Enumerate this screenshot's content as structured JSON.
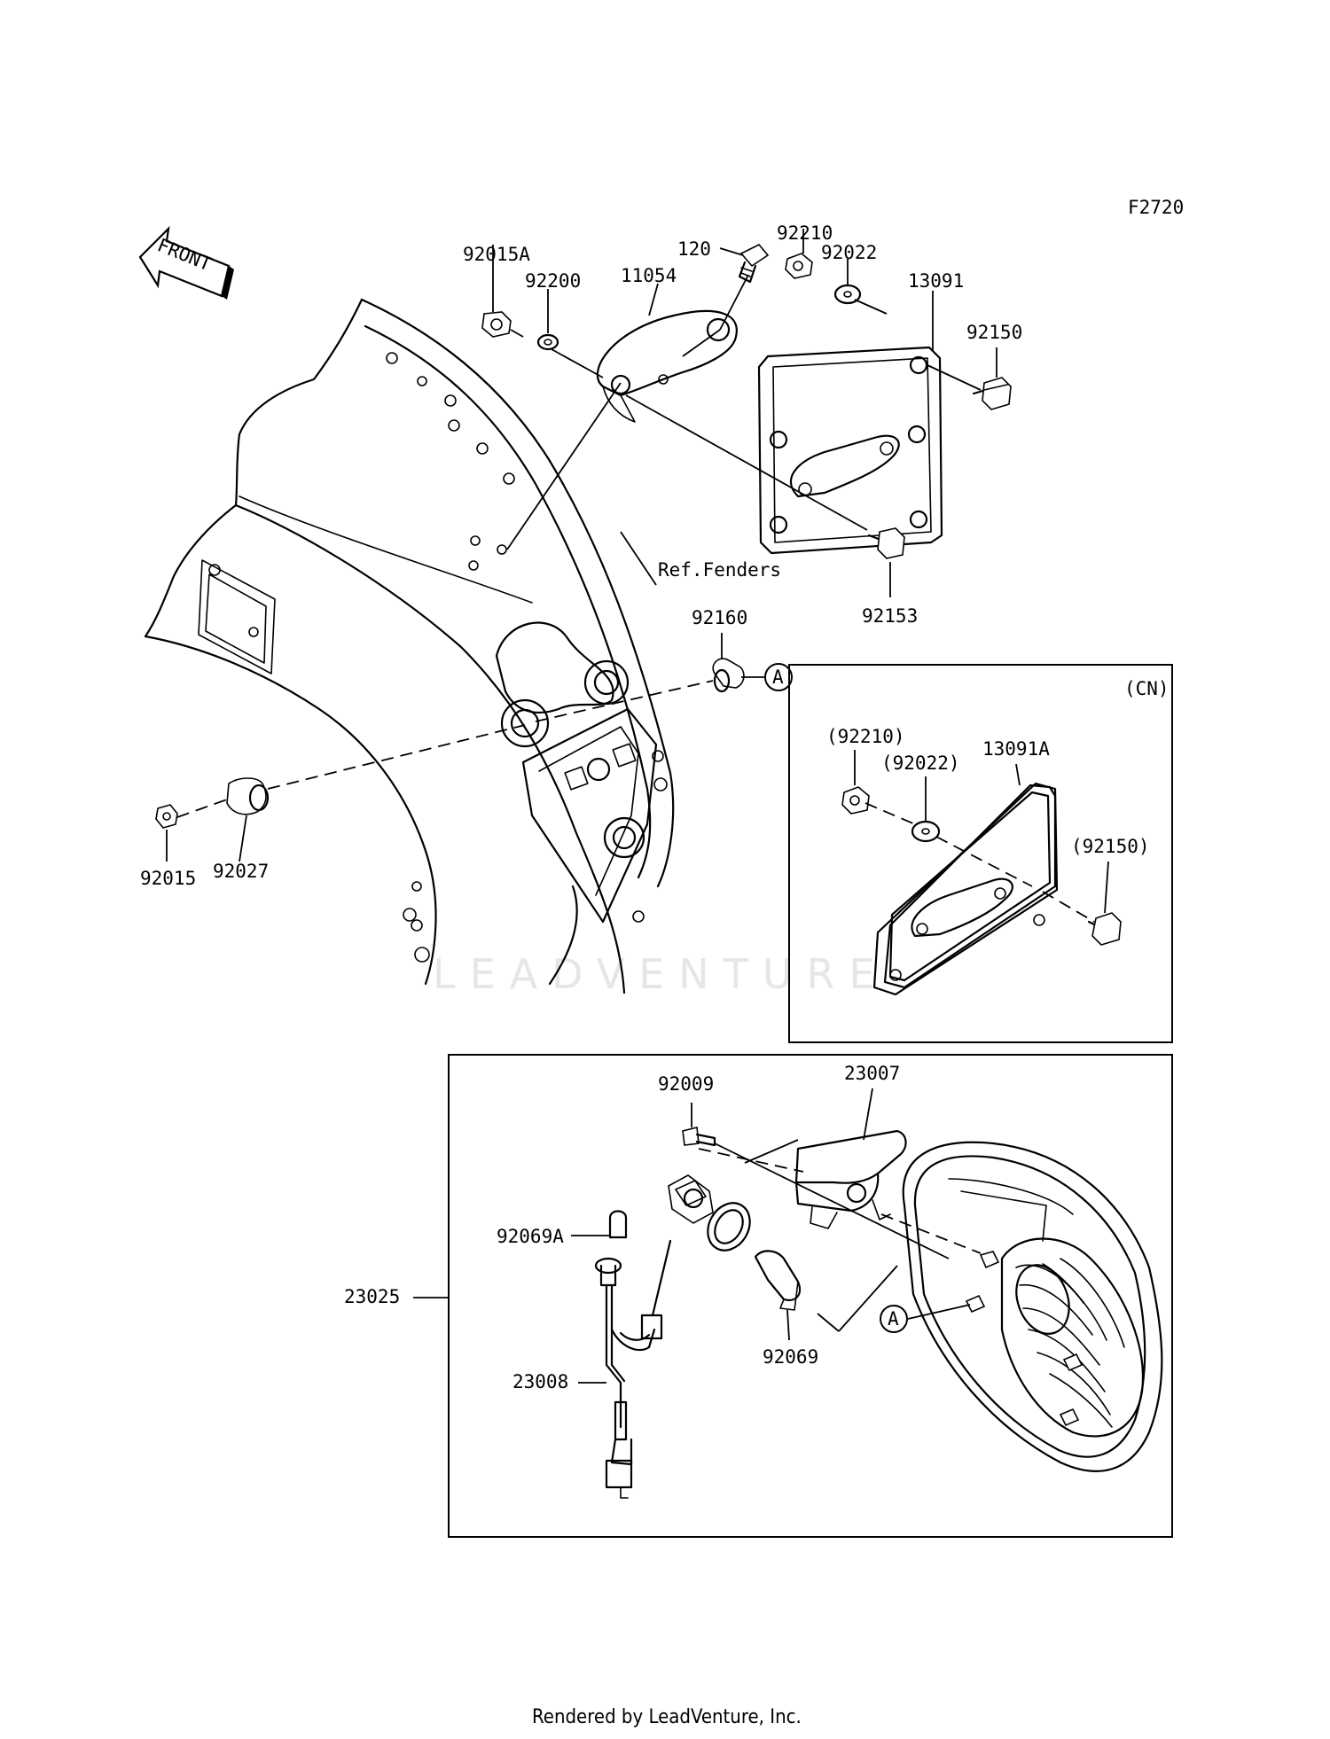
{
  "diagram": {
    "code": "F2720",
    "front_arrow": "FRONT",
    "ref_note": "Ref.Fenders",
    "region_cn": "(CN)",
    "callout_a": "A",
    "watermark": "LEADVENTURE",
    "footer": "Rendered by LeadVenture, Inc.",
    "parts": {
      "p92015A": "92015A",
      "p92200": "92200",
      "p11054": "11054",
      "p120": "120",
      "p92210": "92210",
      "p92022": "92022",
      "p13091": "13091",
      "p92150": "92150",
      "p92153": "92153",
      "p92160": "92160",
      "p92015": "92015",
      "p92027": "92027",
      "p92210_cn": "(92210)",
      "p92022_cn": "(92022)",
      "p13091A": "13091A",
      "p92150_cn": "(92150)",
      "p92009": "92009",
      "p23007": "23007",
      "p92069A": "92069A",
      "p23025": "23025",
      "p92069": "92069",
      "p23008": "23008"
    }
  }
}
